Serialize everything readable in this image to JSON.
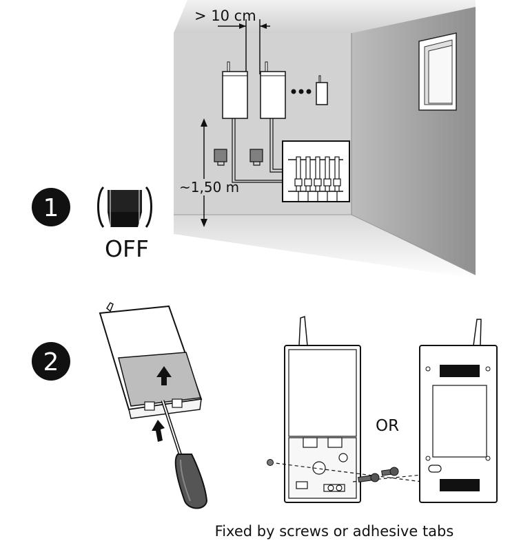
{
  "steps": [
    {
      "number": "1",
      "label": "OFF"
    },
    {
      "number": "2"
    }
  ],
  "dimensions": {
    "spacing": "> 10 cm",
    "height": "~1,50 m"
  },
  "or_label": "OR",
  "caption": "Fixed by screws or adhesive tabs",
  "colors": {
    "wall_back": "#d4d4d4",
    "wall_side": "#a6a6a6",
    "ceiling": "#e6e6e6",
    "floor": "#eeeeee",
    "step_badge": "#111111",
    "cover": "#bdbdbd",
    "handle": "#555555"
  }
}
